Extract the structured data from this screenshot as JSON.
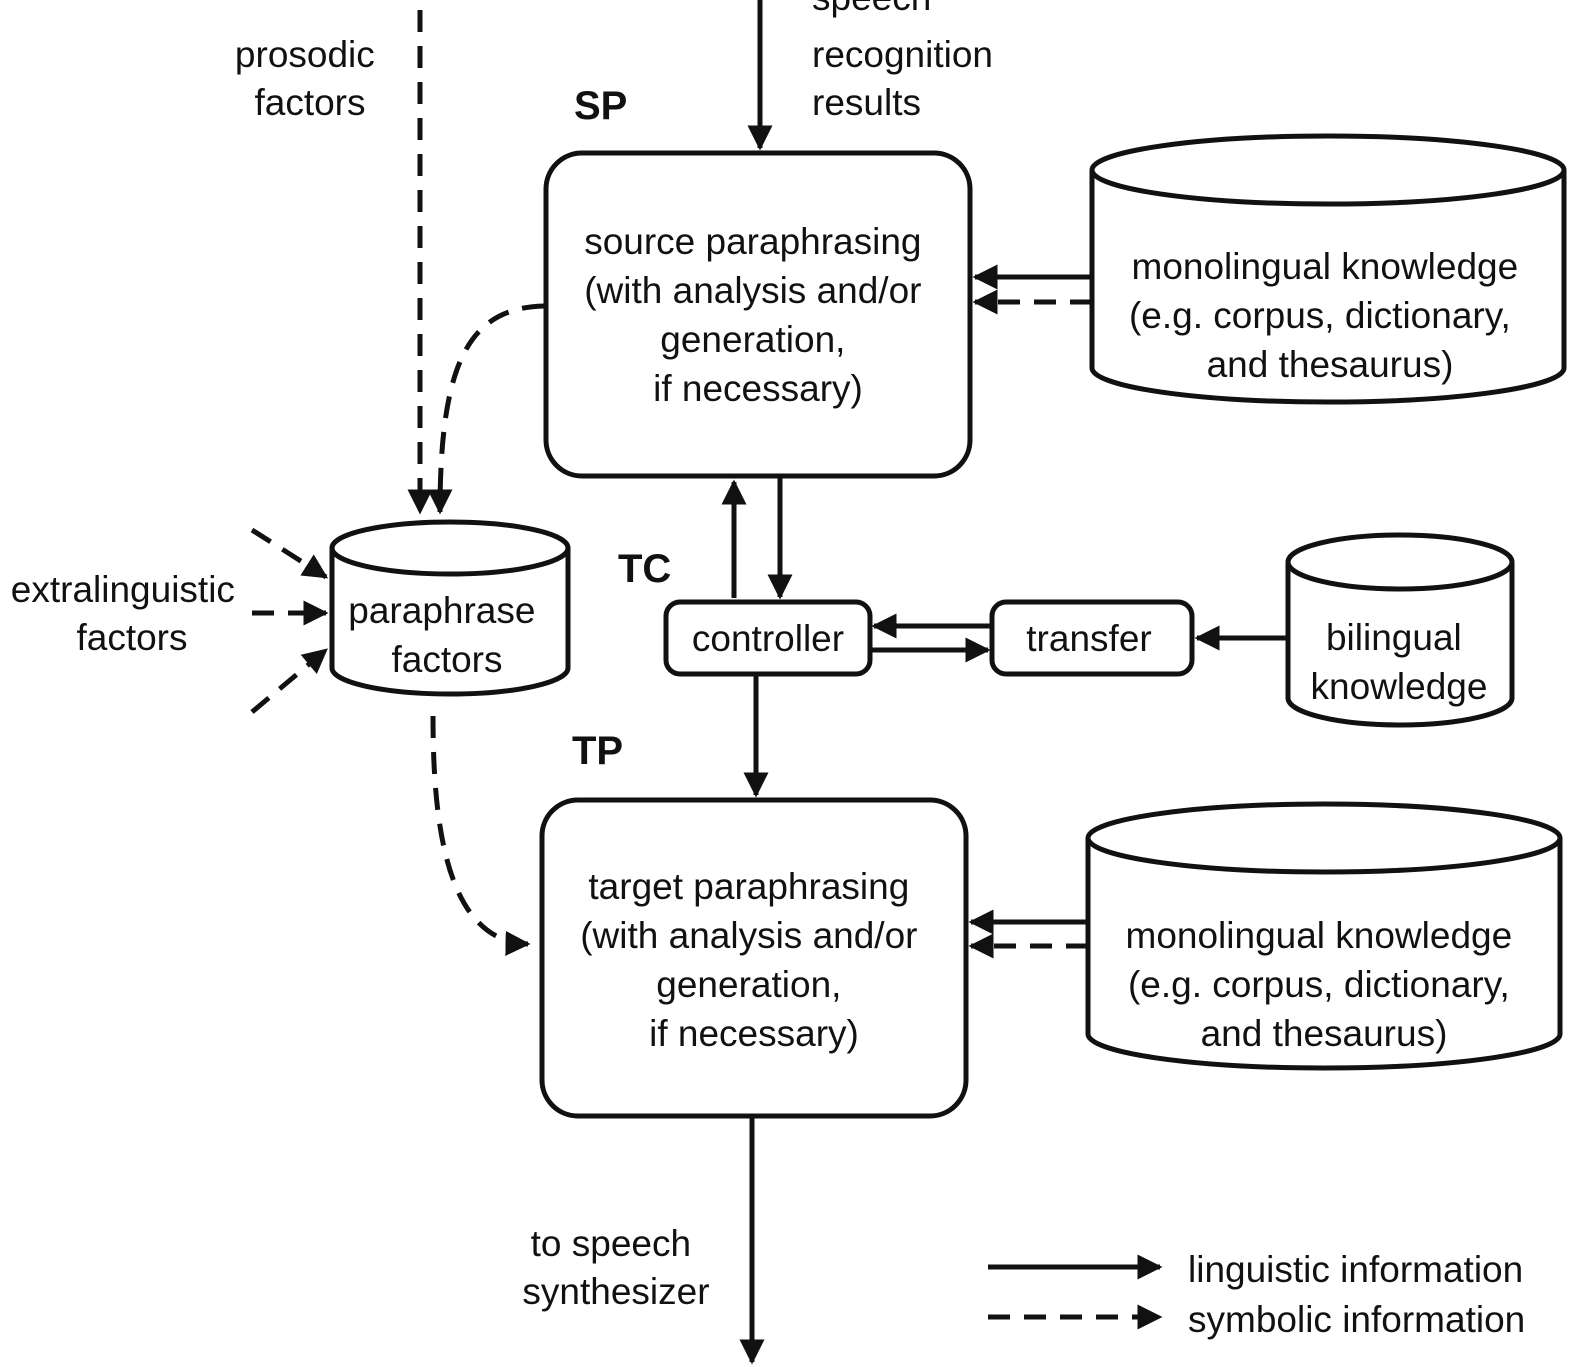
{
  "inputs": {
    "speech_recognition_results": [
      "speech",
      "recognition",
      "results"
    ],
    "prosodic_factors": [
      "prosodic",
      "factors"
    ],
    "extralinguistic_factors": [
      "extralinguistic",
      "factors"
    ]
  },
  "modules": {
    "sp_label": "SP",
    "tc_label": "TC",
    "tp_label": "TP",
    "source_paraphrasing": [
      "source paraphrasing",
      "(with analysis and/or",
      "generation,",
      "if necessary)"
    ],
    "target_paraphrasing": [
      "target paraphrasing",
      "(with analysis and/or",
      "generation,",
      "if necessary)"
    ],
    "controller": "controller",
    "transfer": "transfer"
  },
  "stores": {
    "monolingual_knowledge_source": [
      "monolingual knowledge",
      "(e.g. corpus, dictionary,",
      "and thesaurus)"
    ],
    "monolingual_knowledge_target": [
      "monolingual knowledge",
      "(e.g. corpus, dictionary,",
      "and thesaurus)"
    ],
    "bilingual_knowledge": [
      "bilingual",
      "knowledge"
    ],
    "paraphrase_factors": [
      "paraphrase",
      "factors"
    ]
  },
  "outputs": {
    "to_speech_synthesizer": [
      "to speech",
      "synthesizer"
    ]
  },
  "legend": {
    "solid": "linguistic information",
    "dashed": "symbolic information"
  },
  "colors": {
    "ink": "#111111",
    "background": "#ffffff"
  }
}
